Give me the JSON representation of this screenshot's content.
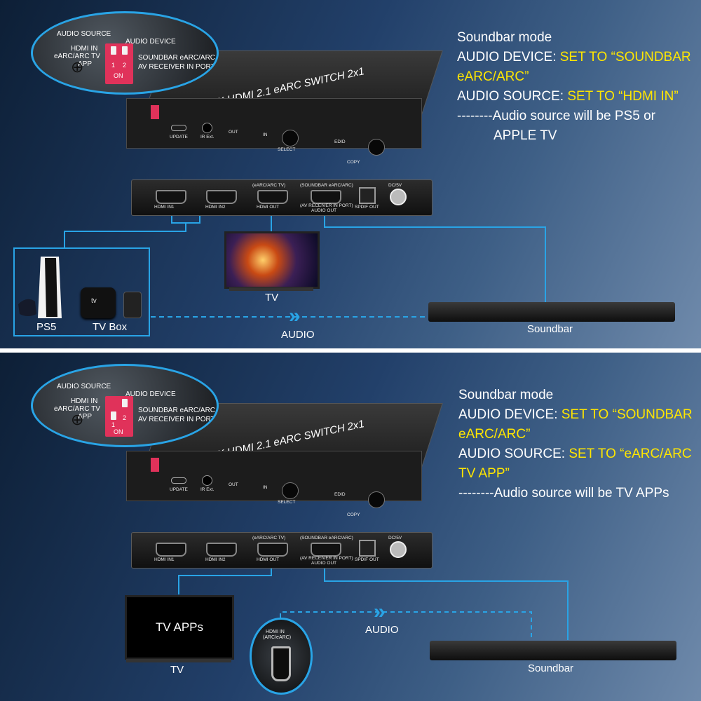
{
  "panel1": {
    "title": "Soundbar mode",
    "line1_prefix": "AUDIO DEVICE: ",
    "line1_highlight": "SET TO “SOUNDBAR",
    "line2_highlight": "eARC/ARC”",
    "line3_prefix": "AUDIO SOURCE: ",
    "line3_highlight": "SET TO “HDMI IN”",
    "line4": "--------Audio source will be PS5 or",
    "line5": "APPLE TV",
    "ps5_label": "PS5",
    "tvbox_label": "TV Box",
    "tv_label": "TV",
    "audio_label": "AUDIO",
    "soundbar_label": "Soundbar"
  },
  "panel2": {
    "title": "Soundbar mode",
    "line1_prefix": "AUDIO DEVICE: ",
    "line1_highlight": "SET TO “SOUNDBAR",
    "line2_highlight": "eARC/ARC”",
    "line3_prefix": "AUDIO SOURCE: ",
    "line3_highlight": "SET TO “eARC/ARC",
    "line4_highlight": "TV APP”",
    "line5": "--------Audio source will be TV APPs",
    "tvapps_label": "TV APPs",
    "tv_label": "TV",
    "audio_label": "AUDIO",
    "soundbar_label": "Soundbar",
    "hdmi_in_label1": "HDMI IN",
    "hdmi_in_label2": "(ARC/eARC)"
  },
  "zoom": {
    "audio_source": "AUDIO SOURCE",
    "audio_device": "AUDIO DEVICE",
    "hdmi_in": "HDMI IN",
    "earc_tv": "eARC/ARC TV",
    "app": "APP",
    "soundbar_earc": "SOUNDBAR eARC/ARC",
    "av_receiver": "AV RECEIVER IN PORT",
    "on": "ON",
    "one": "1",
    "two": "2"
  },
  "device": {
    "title": "8K HDMI 2.1 eARC SWITCH 2x1",
    "hdmi_in1": "HDMI IN1",
    "hdmi_in2": "HDMI IN2",
    "hdmi_out_top": "(eARC/ARC TV)",
    "hdmi_out": "HDMI OUT",
    "audio_out_top": "(SOUNDBAR eARC/ARC)",
    "audio_out_bottom": "(AV RECEIVER IN PORT)",
    "audio_out": "AUDIO OUT",
    "spdif_out": "SPDIF OUT",
    "dc5v": "DC/5V",
    "update": "UPDATE",
    "ir_ext": "IR Ext.",
    "select": "SELECT",
    "copy": "COPY",
    "edid": "EDID",
    "out": "OUT",
    "in": "IN"
  },
  "colors": {
    "accent_blue": "#29a4e6",
    "highlight_yellow": "#ffe600"
  }
}
